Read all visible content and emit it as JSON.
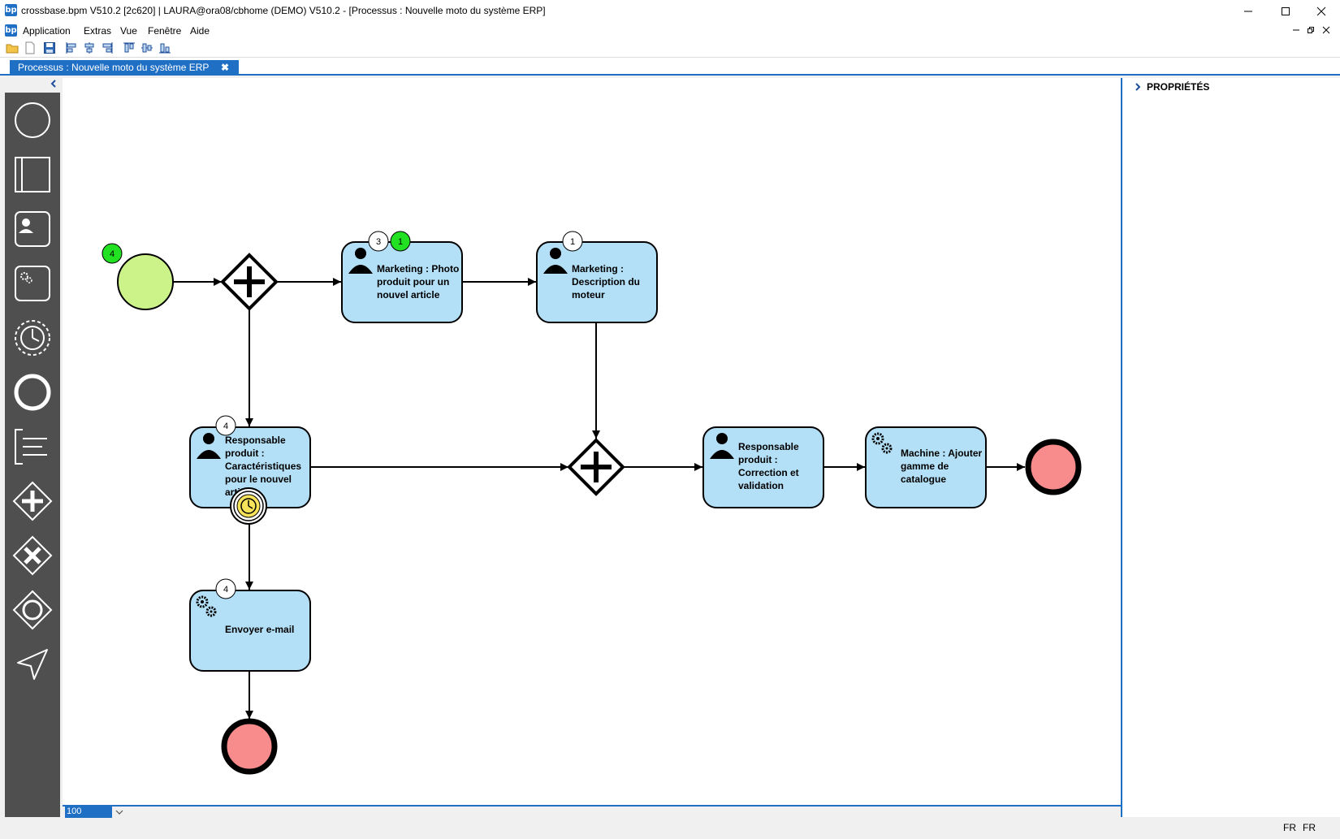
{
  "window": {
    "title": "crossbase.bpm V510.2 [2c620] | LAURA@ora08/cbhome (DEMO) V510.2   - [Processus : Nouvelle moto du système ERP]",
    "logo_text": "bp"
  },
  "menu": {
    "items": [
      "Application",
      "Extras",
      "Vue",
      "Fenêtre",
      "Aide"
    ]
  },
  "tab": {
    "label": "Processus : Nouvelle moto du système ERP",
    "close_glyph": "✖"
  },
  "right_panel": {
    "header": "PROPRIÉTÉS"
  },
  "zoom": {
    "value": "100"
  },
  "status": {
    "items": [
      "FR",
      "FR"
    ]
  },
  "diagram": {
    "start_badge": "4",
    "tasks": {
      "photo": {
        "label": [
          "Marketing : Photo",
          "produit pour un",
          "nouvel article"
        ],
        "badge": "3",
        "badge2": "1"
      },
      "moteur": {
        "label": [
          "Marketing :",
          "Description du",
          "moteur"
        ],
        "badge": "1"
      },
      "resp_car": {
        "label": [
          "Responsable",
          "produit :",
          "Caractéristiques",
          "pour le nouvel",
          "article"
        ],
        "badge": "4"
      },
      "email": {
        "label": [
          "Envoyer e-mail"
        ],
        "badge": "4"
      },
      "correction": {
        "label": [
          "Responsable",
          "produit :",
          "Correction et",
          "validation"
        ]
      },
      "machine": {
        "label": [
          "Machine : Ajouter",
          "gamme de",
          "catalogue"
        ]
      }
    }
  },
  "colors": {
    "accent": "#1f6fc5",
    "task_fill": "#b3e0f7",
    "start_fill": "#ccf28a",
    "end_fill": "#f88c8c",
    "badge_green": "#22e022",
    "timer_fill": "#f6e35a",
    "palette_bg": "#4f4f4f"
  }
}
